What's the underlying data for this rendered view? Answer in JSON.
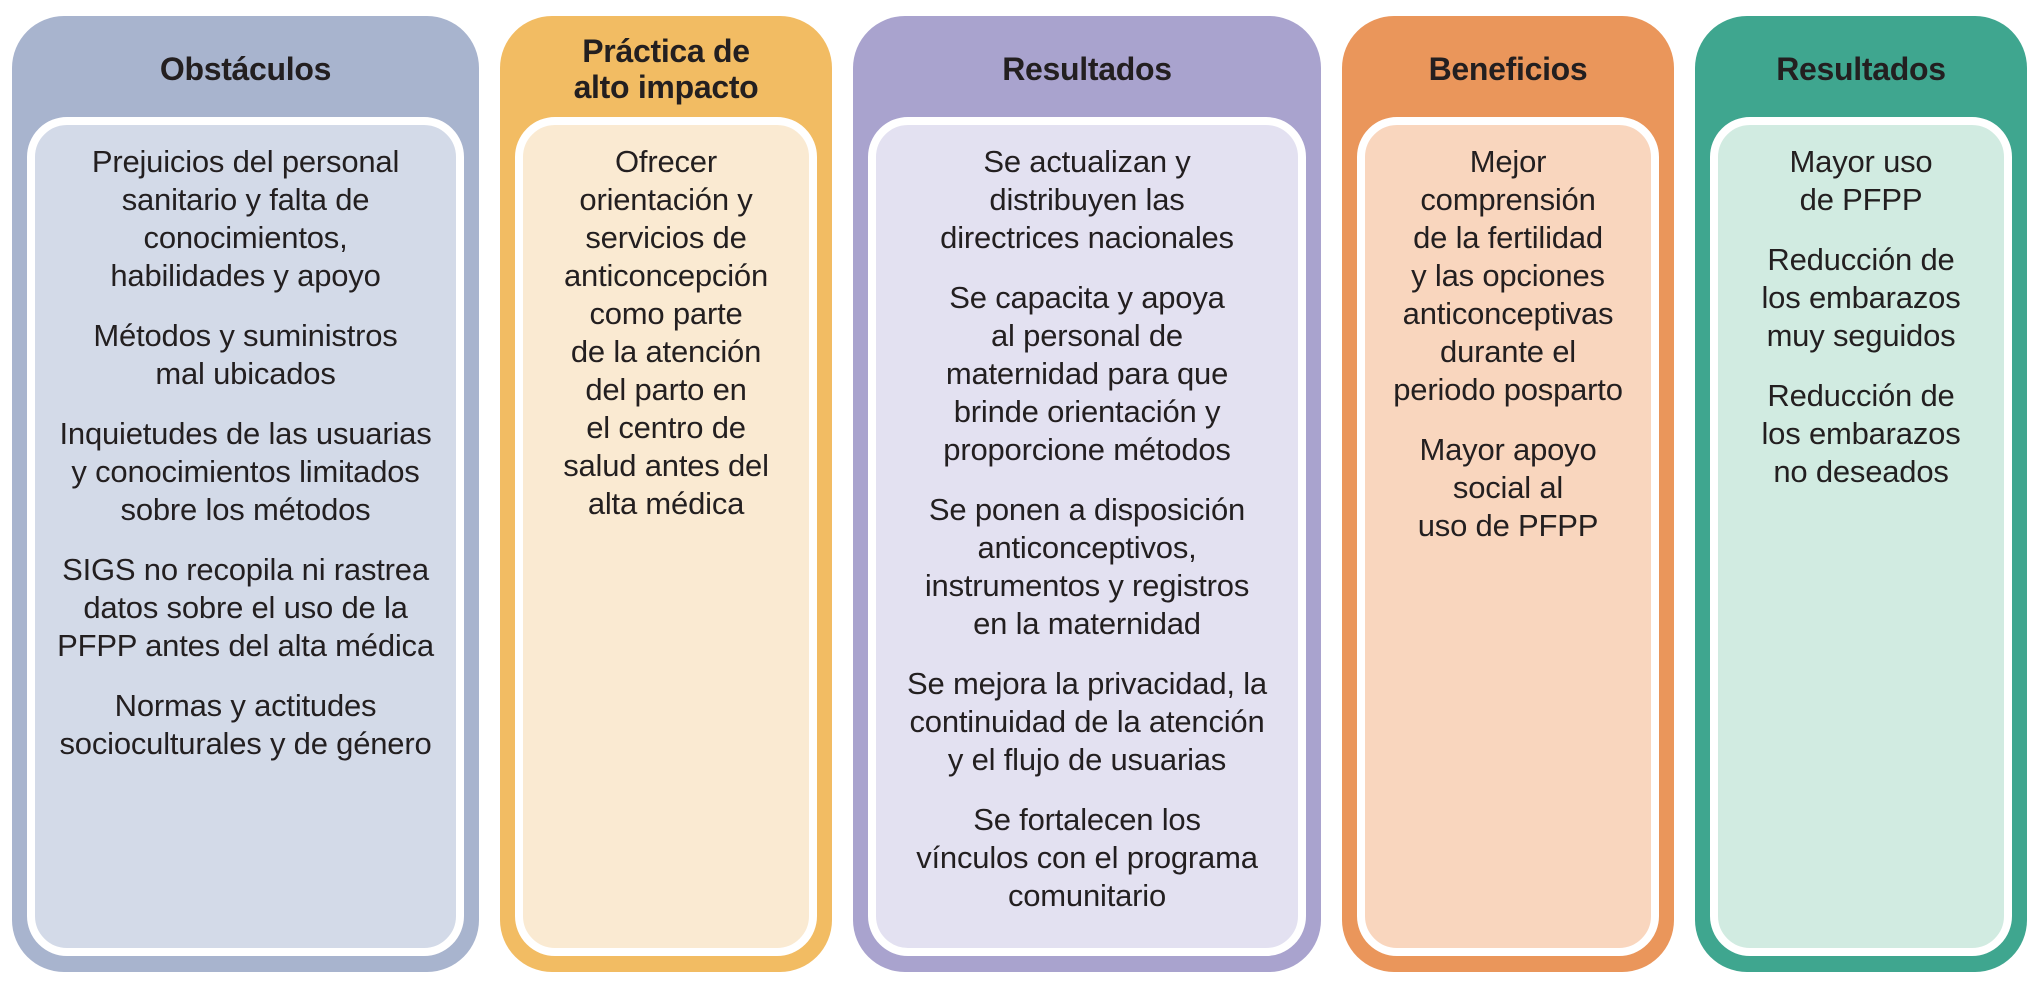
{
  "columns": [
    {
      "id": "obstaculos",
      "title": "Obstáculos",
      "outer_color": "#A8B4CE",
      "inner_color": "#D3DAE8",
      "items": [
        "Prejuicios del personal\nsanitario y falta de\nconocimientos,\nhabilidades y apoyo",
        "Métodos y suministros\nmal ubicados",
        "Inquietudes de las usuarias\ny conocimientos limitados\nsobre los métodos",
        "SIGS no recopila ni rastrea\ndatos sobre el uso de la\nPFPP antes del alta médica",
        "Normas y actitudes\nsocioculturales y de género"
      ]
    },
    {
      "id": "practica",
      "title": "Práctica de\nalto impacto",
      "outer_color": "#F2BC63",
      "inner_color": "#FAEAD2",
      "items": [
        "Ofrecer\norientación y\nservicios de\nanticoncepción\ncomo parte\nde la atención\ndel parto en\nel centro de\nsalud antes del\nalta médica"
      ]
    },
    {
      "id": "resultados-1",
      "title": "Resultados",
      "outer_color": "#A9A3CE",
      "inner_color": "#E3E1F1",
      "items": [
        "Se actualizan y\ndistribuyen las\ndirectrices nacionales",
        "Se capacita y apoya\nal personal de\nmaternidad para que\nbrinde orientación y\nproporcione métodos",
        "Se ponen a disposición\nanticonceptivos,\ninstrumentos y registros\nen la maternidad",
        "Se mejora la privacidad, la\ncontinuidad de la atención\ny el flujo de usuarias",
        "Se fortalecen los\nvínculos con el programa\ncomunitario"
      ]
    },
    {
      "id": "beneficios",
      "title": "Beneficios",
      "outer_color": "#EA965B",
      "inner_color": "#F9D6BE",
      "items": [
        "Mejor\ncomprensión\nde la fertilidad\ny las opciones\nanticonceptivas\ndurante el\nperiodo posparto",
        "Mayor apoyo\nsocial al\nuso de PFPP"
      ]
    },
    {
      "id": "resultados-2",
      "title": "Resultados",
      "outer_color": "#3FA68F",
      "inner_color": "#D1EBE1",
      "items": [
        "Mayor uso\nde PFPP",
        "Reducción de\nlos embarazos\nmuy seguidos",
        "Reducción de\nlos embarazos\nno deseados"
      ]
    }
  ]
}
